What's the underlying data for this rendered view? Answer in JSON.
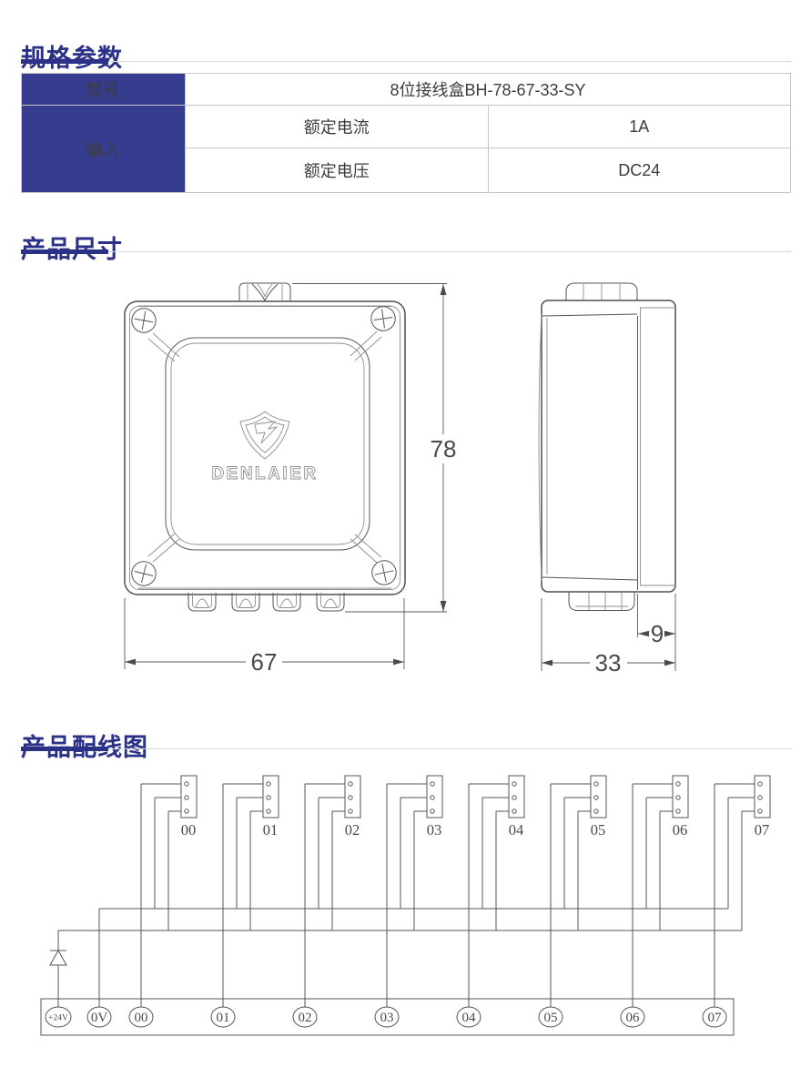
{
  "sections": {
    "specs_title": "规格参数",
    "dimensions_title": "产品尺寸",
    "wiring_title": "产品配线图"
  },
  "spec_table": {
    "model_label": "型号",
    "model_value": "8位接线盒BH-78-67-33-SY",
    "input_label": "输入",
    "rows": [
      {
        "param": "额定电流",
        "value": "1A"
      },
      {
        "param": "额定电压",
        "value": "DC24"
      }
    ]
  },
  "drawing": {
    "logo_text": "DENLAIER",
    "front_height": "78",
    "front_width": "67",
    "side_depth": "33",
    "side_cover_depth": "9"
  },
  "wiring": {
    "connector_labels": [
      "00",
      "01",
      "02",
      "03",
      "04",
      "05",
      "06",
      "07"
    ],
    "terminal_labels": [
      "+24V",
      "0V",
      "00",
      "01",
      "02",
      "03",
      "04",
      "05",
      "06",
      "07"
    ]
  },
  "colors": {
    "accent": "#2b3187",
    "table_header_bg": "#363c8e",
    "drawing_line": "#555555"
  }
}
